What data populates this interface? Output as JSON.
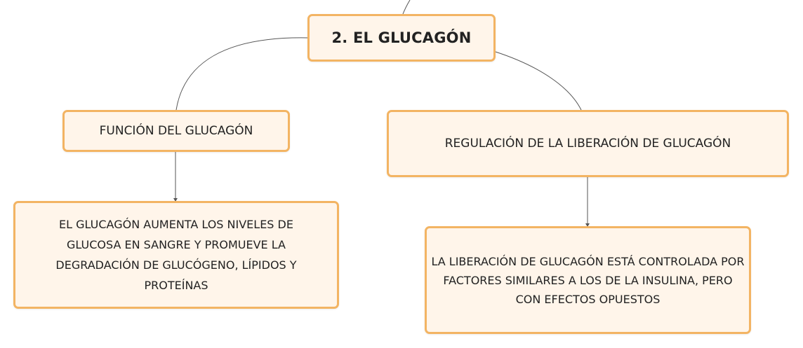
{
  "diagram": {
    "root": {
      "label": "2. EL GLUCAGÓN"
    },
    "branches": [
      {
        "title": "FUNCIÓN DEL GLUCAGÓN",
        "description": "EL GLUCAGÓN AUMENTA LOS NIVELES DE GLUCOSA EN SANGRE Y PROMUEVE LA DEGRADACIÓN DE GLUCÓGENO, LÍPIDOS Y PROTEÍNAS"
      },
      {
        "title": "REGULACIÓN DE LA LIBERACIÓN DE GLUCAGÓN",
        "description": "LA LIBERACIÓN DE GLUCAGÓN ESTÁ CONTROLADA POR FACTORES SIMILARES A LOS DE LA INSULINA, PERO CON EFECTOS OPUESTOS"
      }
    ]
  },
  "colors": {
    "node_fill": "#fff5ea",
    "node_border": "#f3b463",
    "connector": "#555555"
  }
}
